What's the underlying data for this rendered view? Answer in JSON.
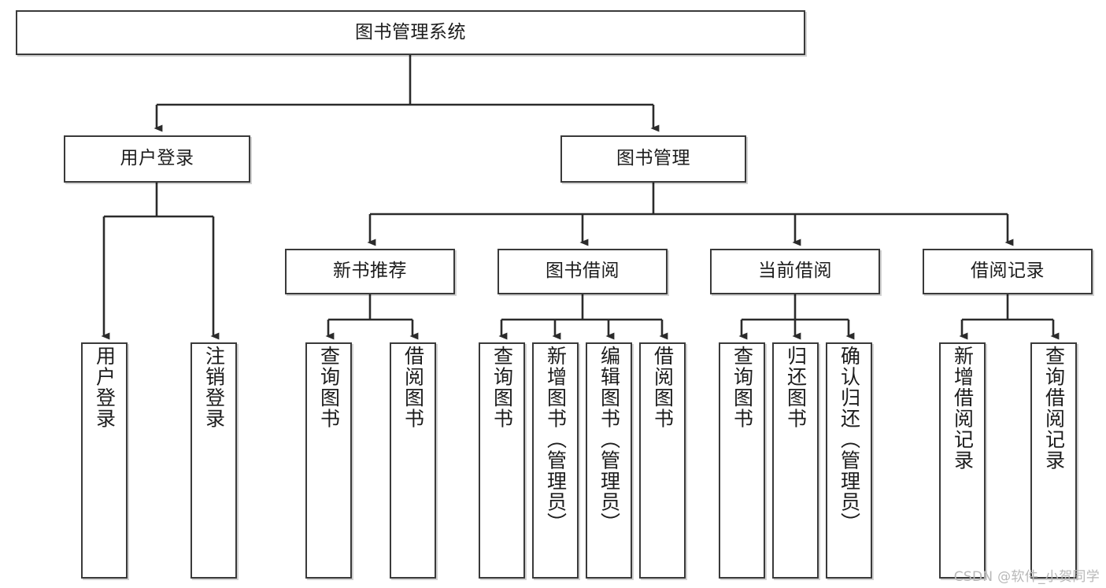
{
  "diagram": {
    "type": "tree-hierarchy",
    "title": "图书管理系统",
    "watermark": "CSDN @软件_小贺同学",
    "colors": {
      "box_border": "#3a3a3a",
      "box_fill": "#ffffff",
      "connector": "#2b2b2b",
      "text": "#1c1c1c",
      "watermark": "#b8b8b8"
    },
    "nodes": {
      "root": {
        "label": "图书管理系统"
      },
      "level1": [
        {
          "id": "user-login",
          "label": "用户登录"
        },
        {
          "id": "book-manage",
          "label": "图书管理"
        }
      ],
      "level2": [
        {
          "id": "new-book-recommend",
          "label": "新书推荐"
        },
        {
          "id": "book-borrow",
          "label": "图书借阅"
        },
        {
          "id": "current-borrow",
          "label": "当前借阅"
        },
        {
          "id": "borrow-record",
          "label": "借阅记录"
        }
      ],
      "leaves": {
        "user_login": [
          {
            "id": "leaf-user-login",
            "label": "用户登录"
          },
          {
            "id": "leaf-logout-login",
            "label": "注销登录"
          }
        ],
        "new_book_recommend": [
          {
            "id": "leaf-query-book-1",
            "label": "查询图书"
          },
          {
            "id": "leaf-borrow-book-1",
            "label": "借阅图书"
          }
        ],
        "book_borrow": [
          {
            "id": "leaf-query-book-2",
            "label": "查询图书"
          },
          {
            "id": "leaf-add-book",
            "label": "新增图书（管理员）"
          },
          {
            "id": "leaf-edit-book",
            "label": "编辑图书（管理员）"
          },
          {
            "id": "leaf-borrow-book-2",
            "label": "借阅图书"
          }
        ],
        "current_borrow": [
          {
            "id": "leaf-query-book-3",
            "label": "查询图书"
          },
          {
            "id": "leaf-return-book",
            "label": "归还图书"
          },
          {
            "id": "leaf-confirm-return",
            "label": "确认归还（管理员）"
          }
        ],
        "borrow_record": [
          {
            "id": "leaf-add-record",
            "label": "新增借阅记录"
          },
          {
            "id": "leaf-query-record",
            "label": "查询借阅记录"
          }
        ]
      }
    }
  }
}
